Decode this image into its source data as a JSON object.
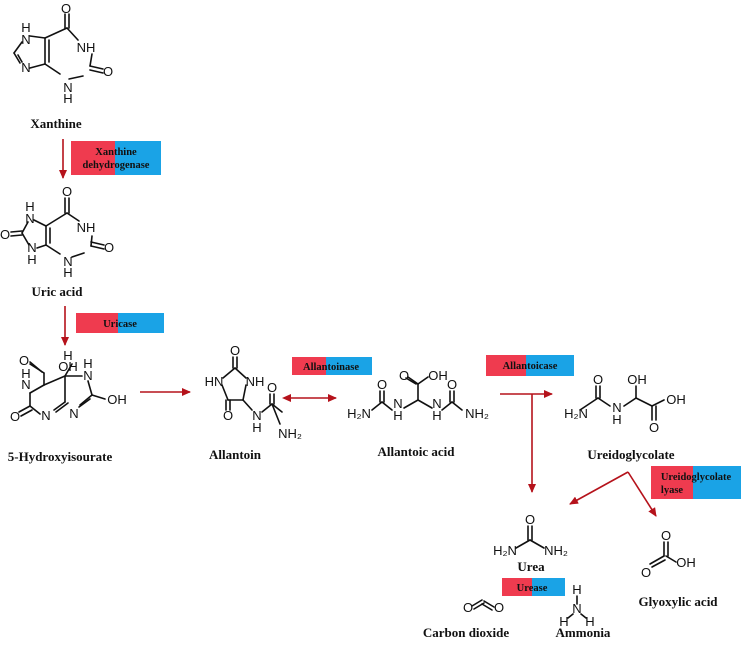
{
  "colors": {
    "arrow": "#b5121b",
    "enzyme_red": "#ef3b4f",
    "enzyme_blue": "#1aa3e6"
  },
  "compounds": {
    "xanthine": "Xanthine",
    "uric_acid": "Uric acid",
    "hydroxyisourate": "5-Hydroxyisourate",
    "allantoin": "Allantoin",
    "allantoic_acid": "Allantoic acid",
    "ureidoglycolate": "Ureidoglycolate",
    "urea": "Urea",
    "glyoxylic_acid": "Glyoxylic acid",
    "carbon_dioxide": "Carbon dioxide",
    "ammonia": "Ammonia"
  },
  "enzymes": {
    "xanthine_dehydrogenase": [
      "Xanthine",
      "dehydrogenase"
    ],
    "uricase": "Uricase",
    "allantoinase": "Allantoinase",
    "allantoicase": "Allantoicase",
    "ureidoglycolate_lyase": [
      "Ureidoglycolate",
      "lyase"
    ],
    "urease": "Urease"
  },
  "atoms": {
    "H": "H",
    "N": "N",
    "O": "O",
    "OH": "OH",
    "NH": "NH",
    "HN": "HN",
    "NH2": "NH₂",
    "H2N": "H₂N"
  }
}
